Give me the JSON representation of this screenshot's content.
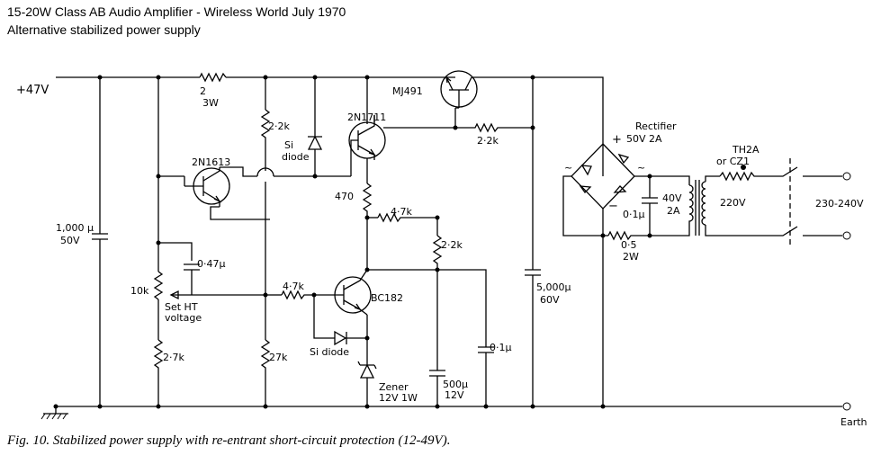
{
  "header": {
    "title": "15-20W Class AB Audio Amplifier - Wireless World July 1970",
    "subtitle": "Alternative stabilized power supply"
  },
  "caption": "Fig. 10. Stabilized power supply with re-entrant short-circuit protection (12-49V).",
  "labels": {
    "supply": "+47V",
    "r2_value": "2",
    "r2_power": "3W",
    "c1000_value": "1,000 µ",
    "c1000_voltage": "50V",
    "q_2n1613": "2N1613",
    "q_2n1711": "2N1711",
    "q_mj491": "MJ491",
    "q_bc182": "BC182",
    "r22k_top": "2·2k",
    "si_diode_top_line1": "Si",
    "si_diode_top_line2": "diode",
    "r22k_right": "2·2k",
    "r470": "470",
    "r47k_mid": "4·7k",
    "r22k_mid": "2·2k",
    "c047": "0·47µ",
    "pot_value": "10k",
    "pot_label_line1": "Set HT",
    "pot_label_line2": "voltage",
    "r47k_left": "4·7k",
    "si_diode_low": "Si diode",
    "r27k_left": "2·7k",
    "r27k": "27k",
    "zener_line1": "Zener",
    "zener_line2": "12V 1W",
    "c500_value": "500µ",
    "c500_voltage": "12V",
    "c01_mid": "0·1µ",
    "c5000_value": "5,000µ",
    "c5000_voltage": "60V",
    "rectifier_line1": "Rectifier",
    "rectifier_line2": "50V 2A",
    "c01_rect": "0·1µ",
    "tr_secondary_line1": "40V",
    "tr_secondary_line2": "2A",
    "r05_value": "0·5",
    "r05_power": "2W",
    "tr_primary": "220V",
    "th2a_line1": "TH2A",
    "th2a_line2": "or CZ1",
    "mains": "230-240V",
    "earth": "Earth",
    "plus": "+",
    "minus": "−",
    "tilde_left": "~",
    "tilde_right": "~"
  }
}
